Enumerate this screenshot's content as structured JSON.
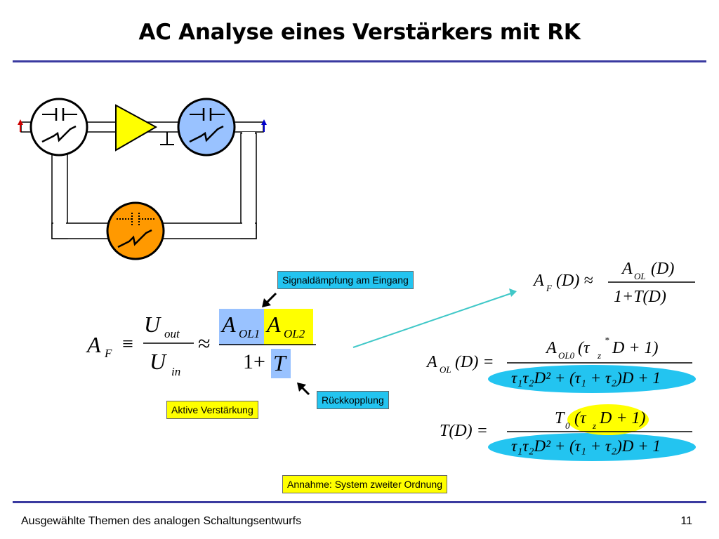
{
  "slide": {
    "title": "AC Analyse eines Verstärkers mit RK",
    "footer_text": "Ausgewählte Themen des analogen Schaltungsentwurfs",
    "page_number": "11"
  },
  "labels": {
    "signal_attenuation": "Signaldämpfung am Eingang",
    "feedback": "Rückkopplung",
    "active_gain": "Aktive Verstärkung",
    "assumption": "Annahme: System zweiter Ordnung"
  },
  "colors": {
    "rule": "#3a3aa0",
    "cyan_label": "#23c4f0",
    "yellow_label": "#ffff00",
    "amplifier": "#ffff00",
    "output_network": "#99c2ff",
    "feedback_network": "#ff9900",
    "highlight_blue": "#99c2ff",
    "highlight_ellipse": "#23c4f0",
    "arrow_teal": "#40c8c8",
    "input_arrow": "#cc0000",
    "output_arrow": "#0000cc"
  },
  "equations": {
    "main": {
      "lhs": "A",
      "lhs_sub": "F",
      "equiv": "≡",
      "num_U": "U",
      "num_sub": "out",
      "den_U": "U",
      "den_sub": "in",
      "approx": "≈",
      "A1": "A",
      "A1_sub": "OL1",
      "A2": "A",
      "A2_sub": "OL2",
      "one_plus": "1+",
      "T": "T"
    },
    "af": {
      "lhs": "A",
      "lhs_sub": "F",
      "arg": "(D) ≈",
      "num_A": "A",
      "num_sub": "OL",
      "num_arg": "(D)",
      "den": "1+T(D)"
    },
    "aol": {
      "lhs": "A",
      "lhs_sub": "OL",
      "arg": "(D) =",
      "num_A": "A",
      "num_sub": "OL0",
      "num_rest": "(τ",
      "num_z": "z",
      "num_star": "*",
      "num_end": "D + 1)",
      "den": "τ₁τ₂D² + (τ₁ + τ₂)D + 1"
    },
    "t": {
      "lhs": "T(D) =",
      "num_T": "T",
      "num_sub": "0",
      "num_rest": "(τ",
      "num_z": "z",
      "num_end": "D + 1)",
      "den": "τ₁τ₂D² + (τ₁ + τ₂)D + 1"
    }
  }
}
